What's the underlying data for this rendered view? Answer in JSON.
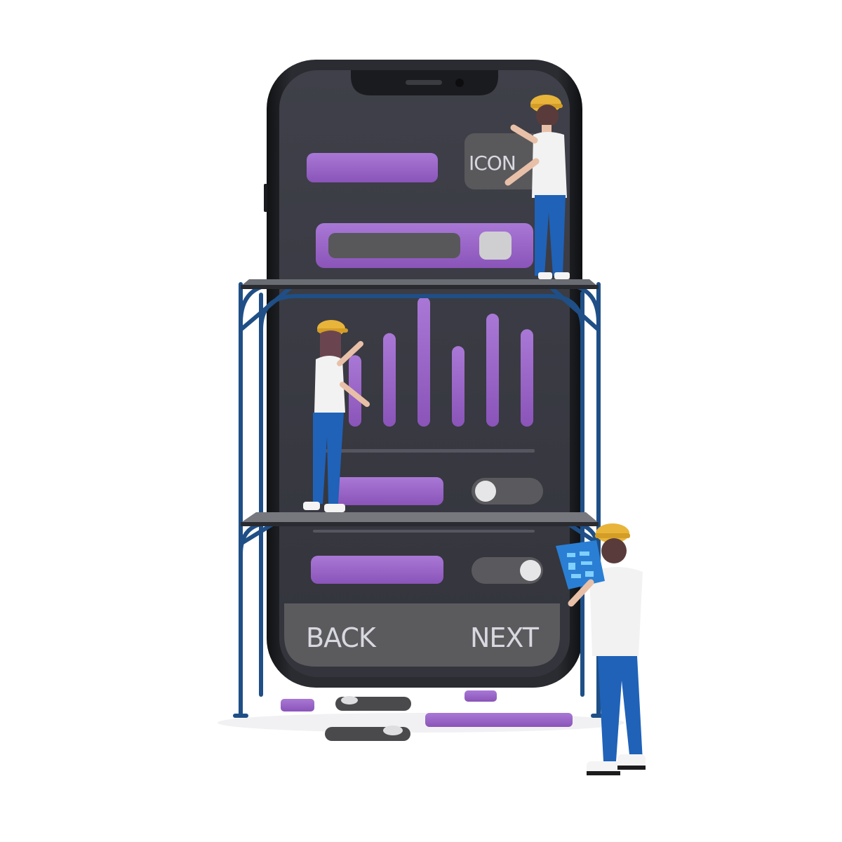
{
  "app": {
    "icon_label": "ICON",
    "back_label": "BACK",
    "next_label": "NEXT"
  },
  "colors": {
    "phone_body": "#26272c",
    "screen": "#3a3b44",
    "purple": "#9b63c8",
    "gray_ui": "#5a5a5e",
    "scaffold": "#1f4f86",
    "helmet": "#e8b43a",
    "jeans": "#1f62b8",
    "shirt": "#f2f2f2"
  },
  "chart_bars": [
    0.55,
    0.72,
    1.0,
    0.62,
    0.87,
    0.75
  ],
  "workers": [
    "worker-top-right",
    "worker-middle",
    "worker-bottom-right"
  ]
}
